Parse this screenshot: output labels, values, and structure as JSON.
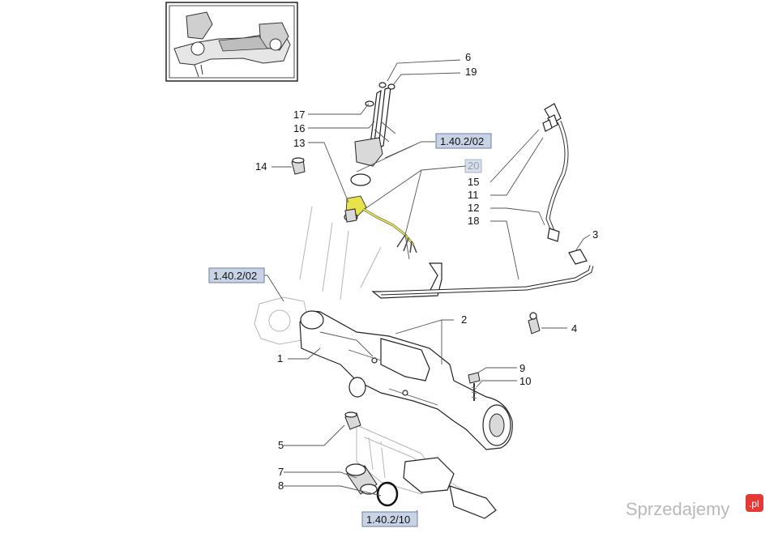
{
  "callouts": [
    "6",
    "19",
    "17",
    "16",
    "13",
    "14",
    "20",
    "15",
    "11",
    "12",
    "18",
    "3",
    "4",
    "2",
    "1",
    "9",
    "10",
    "5",
    "7",
    "8"
  ],
  "refs": [
    "1.40.2/02",
    "1.40.2/02",
    "1.40.2/10"
  ],
  "watermark": {
    "text": "Sprzedajemy",
    "suffix": ".pl",
    "badge_color": "#e53935"
  },
  "colors": {
    "highlight_part": "#e8e34a",
    "ref_box": "#c9d3e6"
  }
}
